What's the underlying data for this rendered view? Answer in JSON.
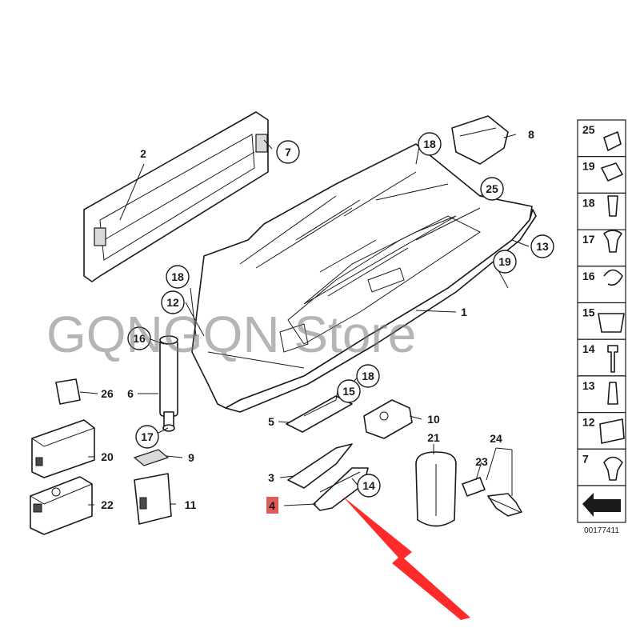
{
  "watermark": "GQNGQN Store",
  "diagram_code": "00177411",
  "colors": {
    "arrow": "#ff2a2a",
    "highlight_box": "#e05a5a",
    "line": "#1a1a1a",
    "watermark": "#7a7a7a"
  },
  "callouts": {
    "c1": "1",
    "c2": "2",
    "c3": "3",
    "c4": "4",
    "c5": "5",
    "c6": "6",
    "c7": "7",
    "c8": "8",
    "c9": "9",
    "c10": "10",
    "c11": "11",
    "c12a": "12",
    "c13a": "13",
    "c14": "14",
    "c15": "15",
    "c16": "16",
    "c17": "17",
    "c18a": "18",
    "c18b": "18",
    "c18c": "18",
    "c19": "19",
    "c20": "20",
    "c21": "21",
    "c22": "22",
    "c23": "23",
    "c24": "24",
    "c25": "25",
    "c26": "26"
  },
  "side_legend": [
    "25",
    "19",
    "18",
    "17",
    "16",
    "15",
    "14",
    "13",
    "12",
    "7"
  ]
}
